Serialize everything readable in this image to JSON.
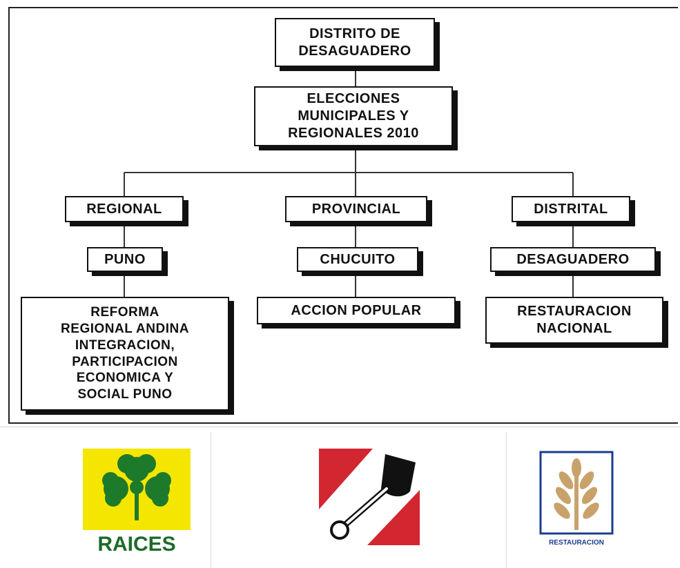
{
  "diagram": {
    "root": "DISTRITO DE\nDESAGUADERO",
    "election": "ELECCIONES\nMUNICIPALES Y\nREGIONALES 2010",
    "levels": [
      {
        "level": "REGIONAL",
        "place": "PUNO",
        "party": "REFORMA\nREGIONAL ANDINA\nINTEGRACION,\nPARTICIPACION\nECONOMICA Y\nSOCIAL PUNO"
      },
      {
        "level": "PROVINCIAL",
        "place": "CHUCUITO",
        "party": "ACCION POPULAR"
      },
      {
        "level": "DISTRITAL",
        "place": "DESAGUADERO",
        "party": "RESTAURACION\nNACIONAL"
      }
    ]
  },
  "logos": [
    {
      "name": "raices-logo",
      "text": "RAICES",
      "bg": "#f5e600",
      "icon": "clover-icon",
      "icon_color": "#1d7a2b"
    },
    {
      "name": "accion-popular-logo",
      "icon": "shovel-icon",
      "color": "#d22630"
    },
    {
      "name": "restauracion-nacional-logo",
      "text": "RESTAURACION",
      "icon": "wheat-icon",
      "icon_color": "#c9a26b",
      "border_color": "#1a3d8f"
    }
  ]
}
